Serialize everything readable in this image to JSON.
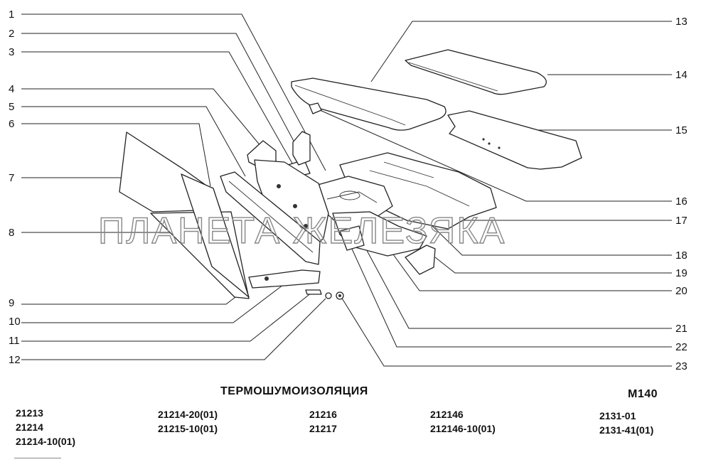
{
  "diagram": {
    "title": "ТЕРМОШУМОИЗОЛЯЦИЯ",
    "code": "М140",
    "watermark": "ПЛАНЕТА ЖЕЛЕЗЯКА",
    "callouts": [
      "1",
      "2",
      "3",
      "4",
      "5",
      "6",
      "7",
      "8",
      "9",
      "10",
      "11",
      "12",
      "13",
      "14",
      "15",
      "16",
      "17",
      "18",
      "19",
      "20",
      "21",
      "22",
      "23"
    ]
  },
  "models": [
    [
      "21213",
      "21214",
      "21214-10(01)"
    ],
    [
      "21214-20(01)",
      "21215-10(01)"
    ],
    [
      "21216",
      "21217"
    ],
    [
      "212146",
      "212146-10(01)"
    ],
    [
      "2131-01",
      "2131-41(01)"
    ]
  ]
}
